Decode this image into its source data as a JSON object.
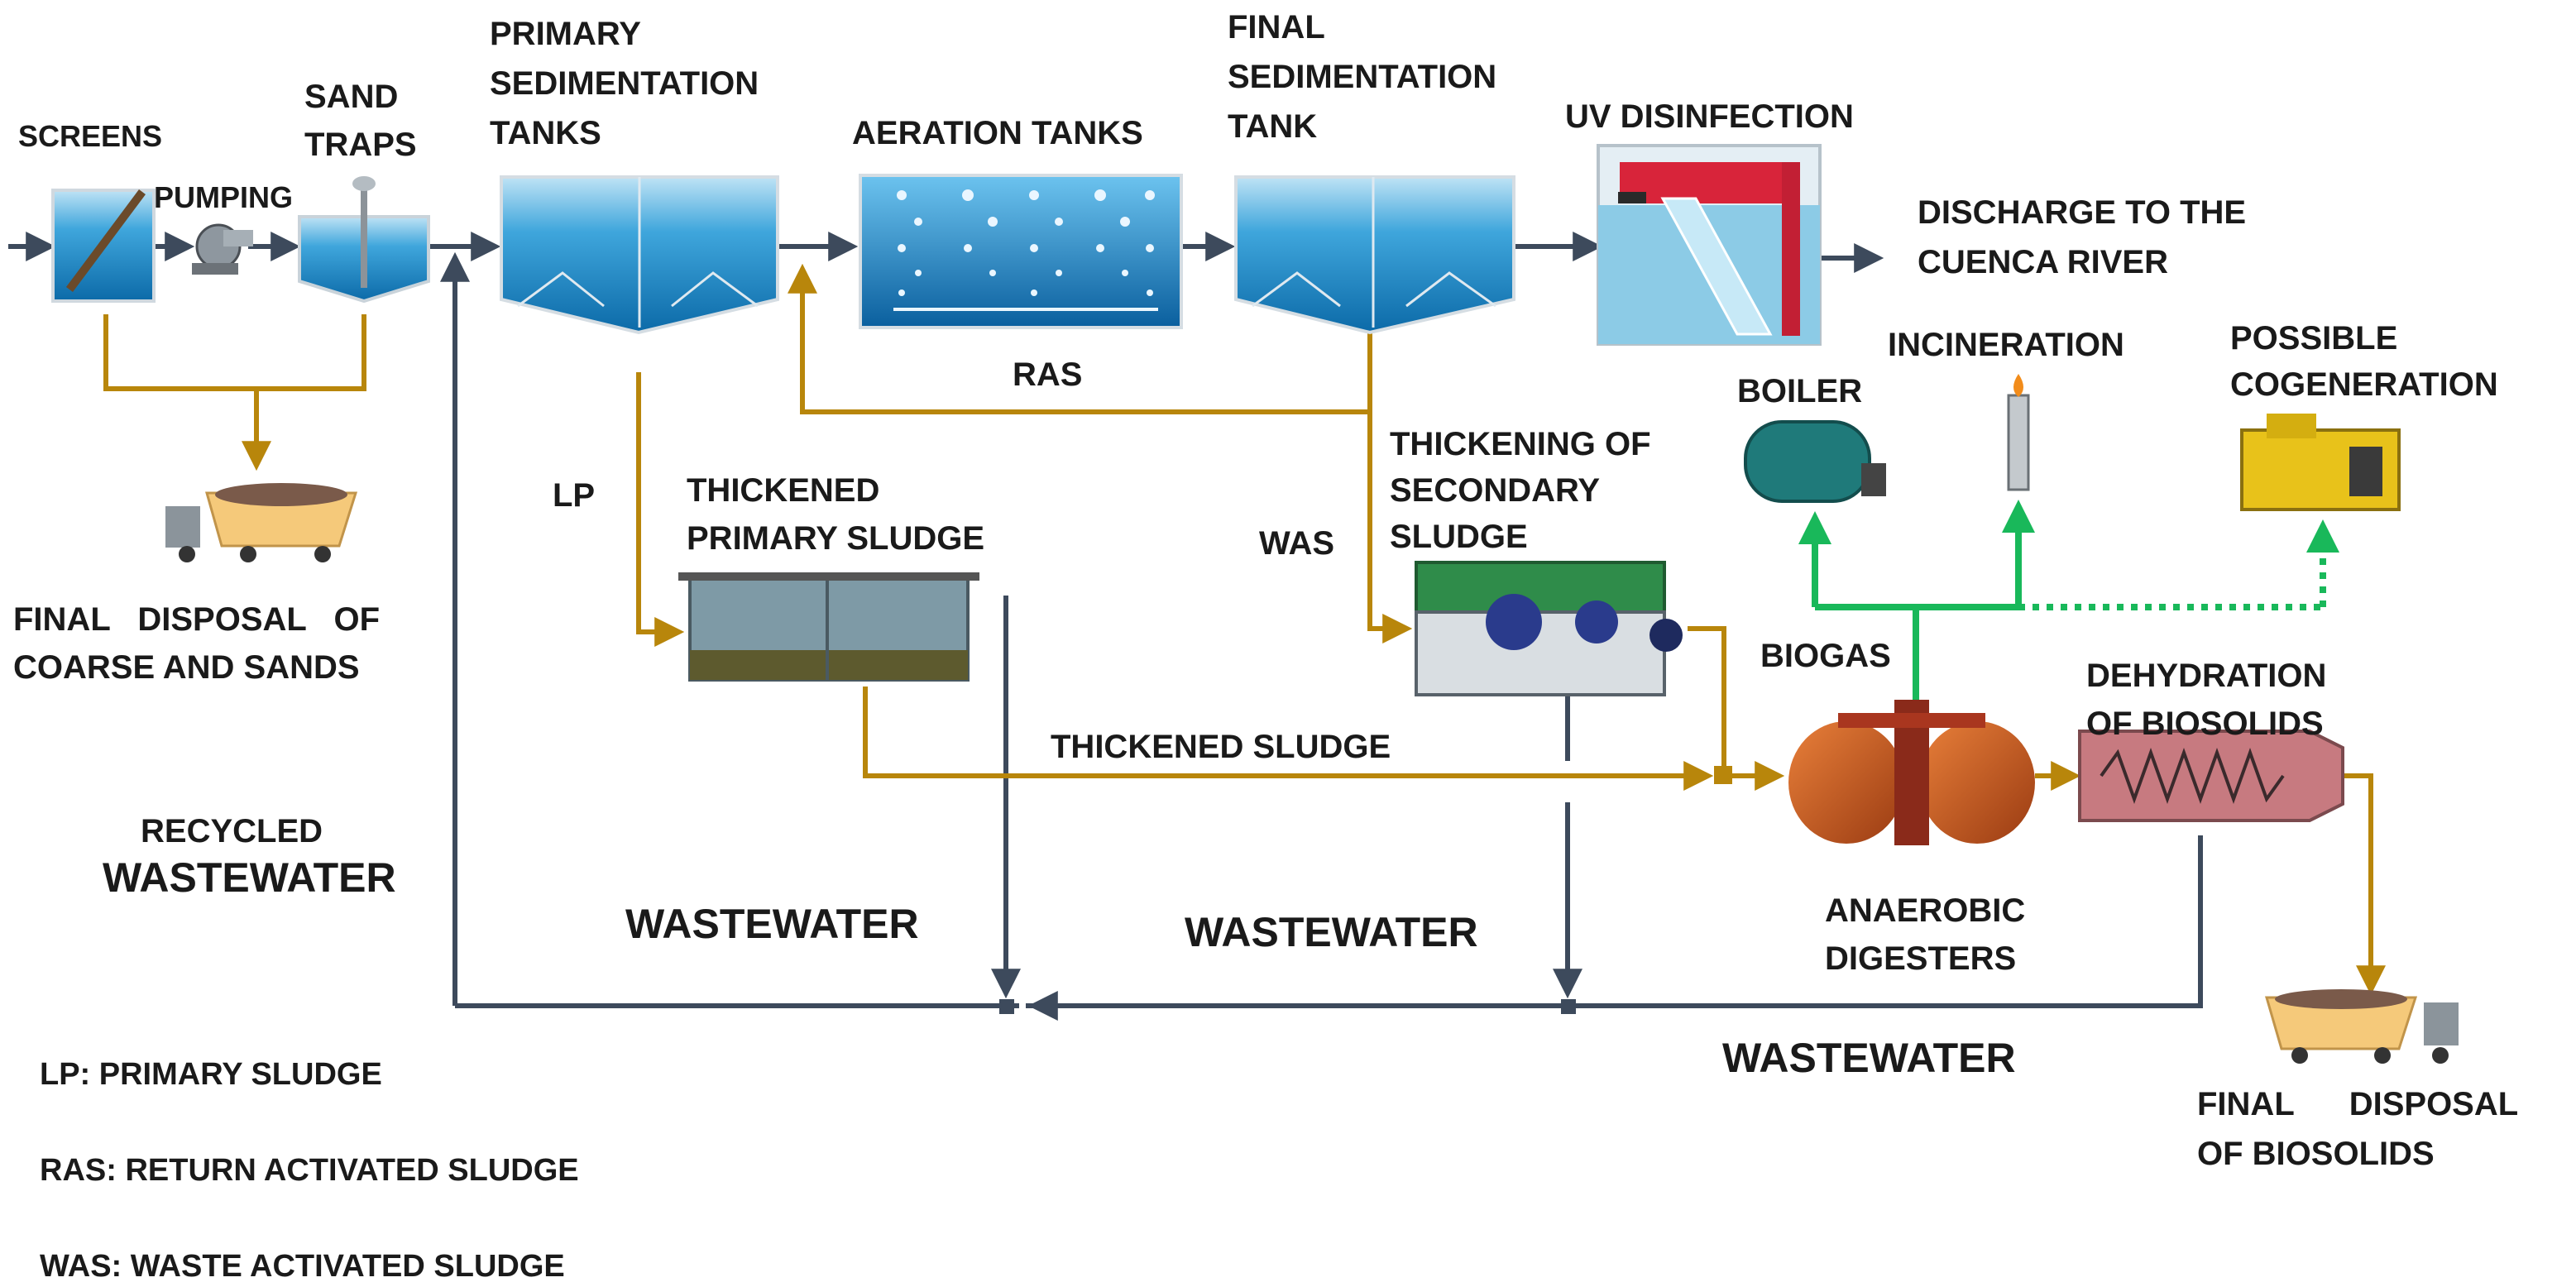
{
  "labels": {
    "screens": "SCREENS",
    "pumping": "PUMPING",
    "sand_traps_1": "SAND",
    "sand_traps_2": "TRAPS",
    "primary_sed_1": "PRIMARY",
    "primary_sed_2": "SEDIMENTATION",
    "primary_sed_3": "TANKS",
    "aeration_tanks": "AERATION TANKS",
    "final_sed_1": "FINAL",
    "final_sed_2": "SEDIMENTATION",
    "final_sed_3": "TANK",
    "uv_disinfection": "UV DISINFECTION",
    "discharge_1": "DISCHARGE TO THE",
    "discharge_2": "CUENCA RIVER",
    "ras": "RAS",
    "lp": "LP",
    "was": "WAS",
    "thickened_primary_1": "THICKENED",
    "thickened_primary_2": "PRIMARY SLUDGE",
    "thickening_secondary_1": "THICKENING OF",
    "thickening_secondary_2": "SECONDARY",
    "thickening_secondary_3": "SLUDGE",
    "boiler": "BOILER",
    "incineration": "INCINERATION",
    "cogeneration_1": "POSSIBLE",
    "cogeneration_2": "COGENERATION",
    "biogas": "BIOGAS",
    "dehydration_1": "DEHYDRATION",
    "dehydration_2": "OF BIOSOLIDS",
    "final_disposal_coarse_1": "FINAL   DISPOSAL   OF",
    "final_disposal_coarse_2": "COARSE AND SANDS",
    "thickened_sludge": "THICKENED SLUDGE",
    "recycled_1": "RECYCLED",
    "recycled_2": "WASTEWATER",
    "wastewater_1": "WASTEWATER",
    "wastewater_2": "WASTEWATER",
    "wastewater_3": "WASTEWATER",
    "anaerobic_1": "ANAEROBIC",
    "anaerobic_2": "DIGESTERS",
    "final_disposal_bio_1": "FINAL      DISPOSAL",
    "final_disposal_bio_2": "OF BIOSOLIDS"
  },
  "legend": [
    "LP: PRIMARY SLUDGE",
    "RAS: RETURN ACTIVATED SLUDGE",
    "WAS: WASTE ACTIVATED SLUDGE"
  ],
  "colors": {
    "water_line": "#3d4a5c",
    "sludge_line": "#b8860b",
    "biogas_line": "#19b85a",
    "tank_blue": "#2a8fc9",
    "digester": "#c2571f",
    "generator": "#e8c21a"
  }
}
